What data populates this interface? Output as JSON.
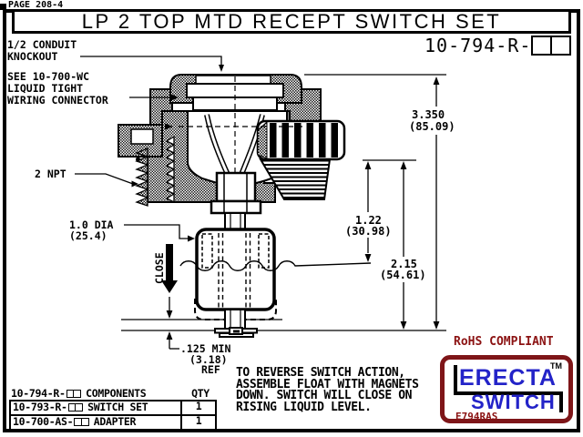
{
  "page": {
    "page_label": "PAGE 208-4",
    "title": "LP 2 TOP MTD RECEPT SWITCH SET",
    "part_number_prefix": "10-794-R-"
  },
  "callouts": {
    "conduit_knockout": [
      "1/2 CONDUIT",
      "KNOCKOUT"
    ],
    "wiring_connector": [
      "SEE 10-700-WC",
      "LIQUID TIGHT",
      "WIRING CONNECTOR"
    ],
    "npt_label": "2 NPT",
    "float_diameter": [
      "1.0 DIA",
      "(25.4)"
    ],
    "close_label": "CLOSE",
    "min_clearance": [
      ".125 MIN",
      "(3.18)",
      "REF"
    ]
  },
  "dimensions": {
    "overall_height": [
      "3.350",
      "(85.09)"
    ],
    "to_liquid_level": [
      "1.22",
      "(30.98)"
    ],
    "to_float_bottom": [
      "2.15",
      "(54.61)"
    ]
  },
  "table": {
    "header": {
      "part": "10-794-R-",
      "desc": "COMPONENTS",
      "qty": "QTY"
    },
    "rows": [
      {
        "part": "10-793-R-",
        "desc": "SWITCH SET",
        "qty": "1"
      },
      {
        "part": "10-700-AS-",
        "desc": "ADAPTER",
        "qty": "1"
      }
    ]
  },
  "notes": {
    "lines": [
      "TO REVERSE SWITCH ACTION,",
      "ASSEMBLE FLOAT WITH MAGNETS",
      "DOWN. SWITCH WILL CLOSE ON",
      "RISING LIQUID LEVEL."
    ]
  },
  "footer": {
    "rohs": "RoHS COMPLIANT",
    "logo": {
      "brand_top": "ERECTA",
      "brand_bottom": "SWITCH",
      "tm": "TM",
      "code": "E794RAS"
    }
  },
  "colors": {
    "accent_red": "#8B1212",
    "logo_border_red": "#7E1518",
    "logo_blue": "#2323C8"
  }
}
